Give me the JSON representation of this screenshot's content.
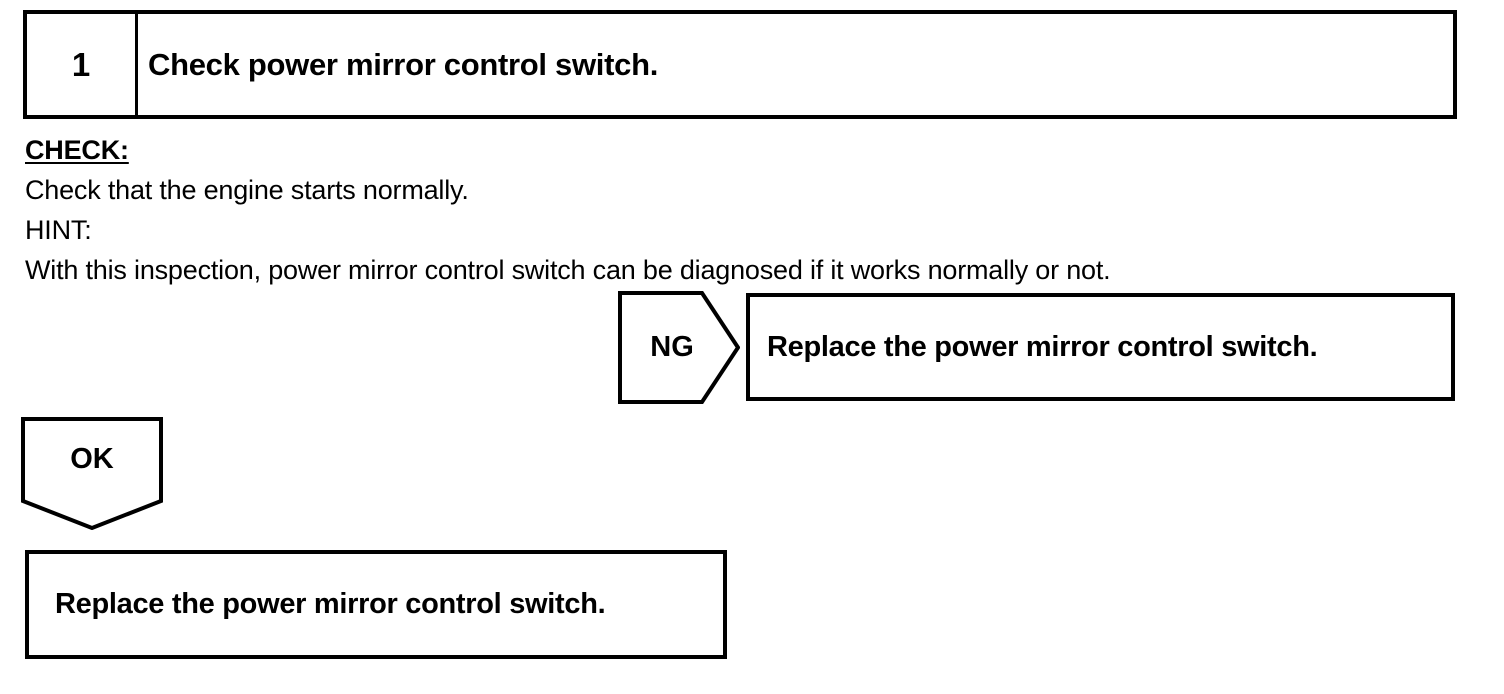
{
  "step": {
    "number": "1",
    "title": "Check power mirror control switch."
  },
  "body": {
    "check_label": "CHECK:",
    "check_text": "Check that the engine starts normally.",
    "hint_label": "HINT:",
    "hint_text": "With this inspection, power mirror control switch can be diagnosed if it works normally or not."
  },
  "ng_branch": {
    "label": "NG",
    "action": "Replace the power mirror control switch."
  },
  "ok_branch": {
    "label": "OK",
    "action": "Replace the power mirror control switch."
  },
  "colors": {
    "ink": "#000000",
    "background": "#ffffff"
  }
}
